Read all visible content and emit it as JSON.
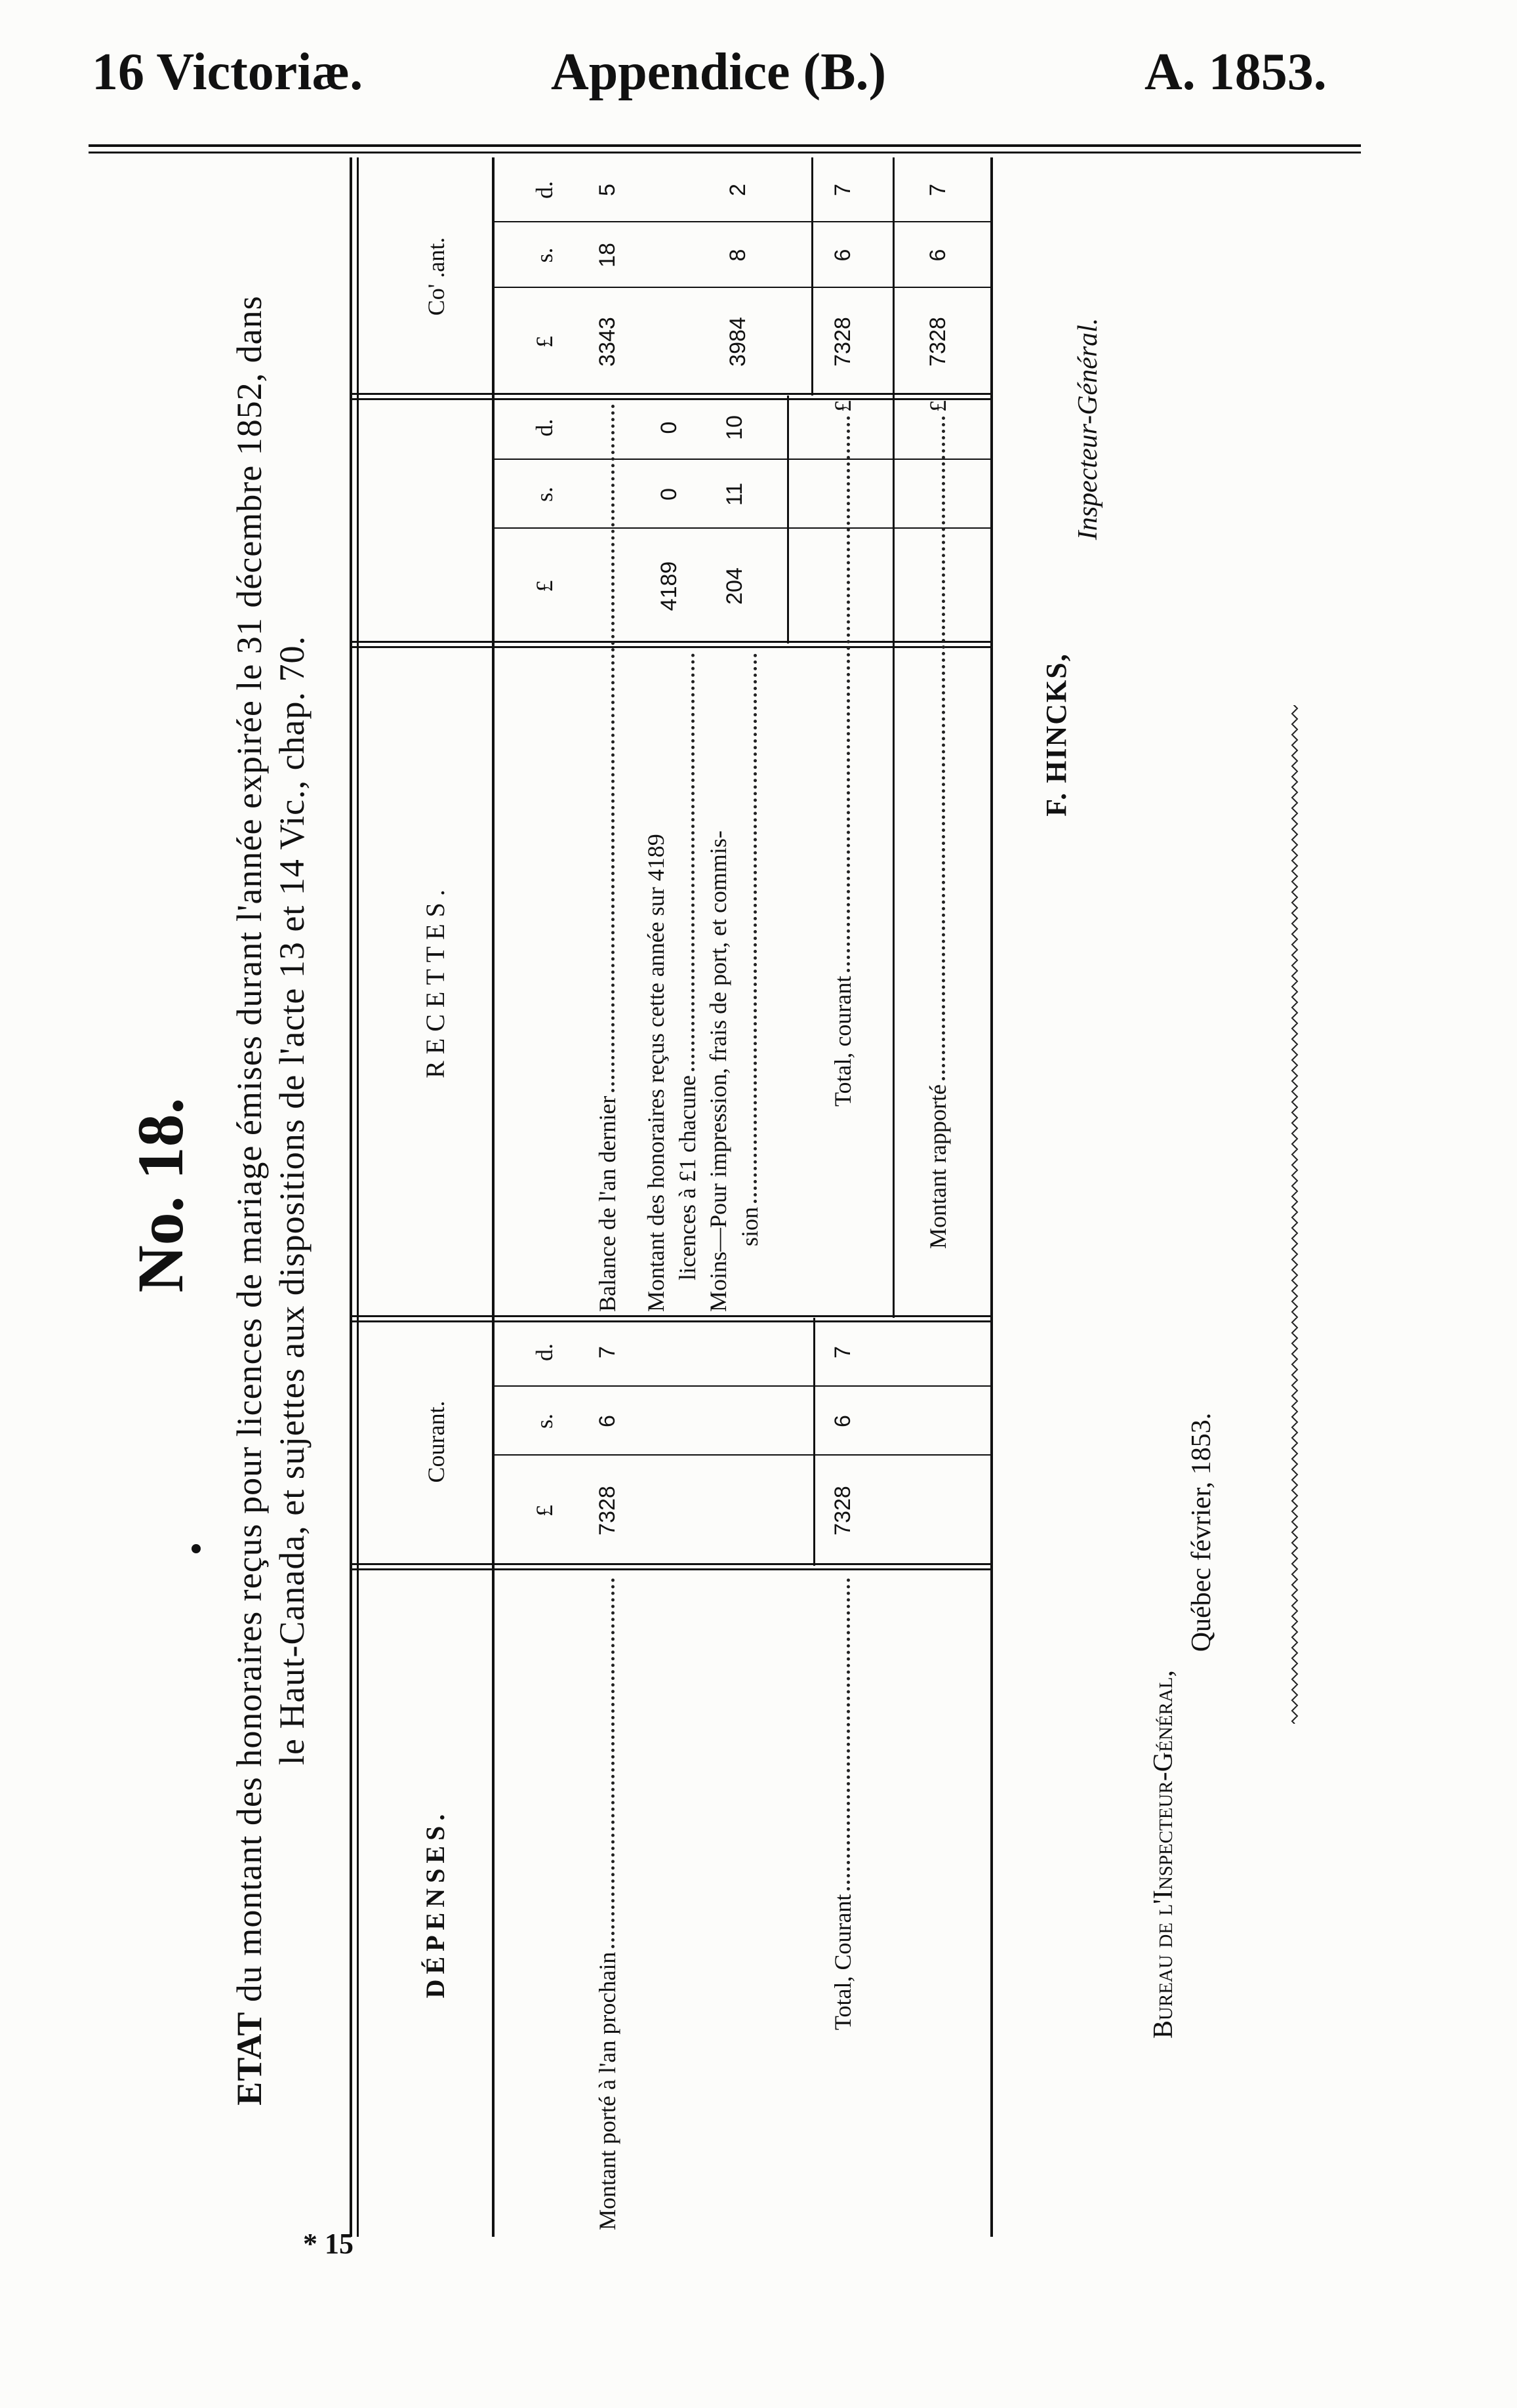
{
  "header": {
    "left": "16 Victoriæ.",
    "center": "Appendice (B.)",
    "right": "A. 1853."
  },
  "document": {
    "number": "No. 18.",
    "title_lead": "ETAT",
    "title_line1": "du montant des honoraires reçus pour licences de mariage émises durant l'année expirée le 31 décembre 1852, dans",
    "title_line2": "le Haut-Canada, et sujettes aux dispositions de l'acte 13 et 14 Vic., chap. 70.",
    "page_marker": "* 15"
  },
  "table": {
    "depenses_heading": "DÉPENSES.",
    "courant_left_heading": "Courant.",
    "recettes_heading": "RECETTES.",
    "courant_right_heading": "Co' .ant.",
    "units": {
      "pound": "£",
      "shilling": "s.",
      "pence": "d."
    },
    "depenses": {
      "row": {
        "label": "Montant porté à l'an prochain",
        "l": "7328",
        "s": "6",
        "d": "7"
      },
      "total": {
        "label": "Total, Courant",
        "l": "7328",
        "s": "6",
        "d": "7"
      }
    },
    "recettes": {
      "balance": {
        "label": "Balance de l'an dernier",
        "l": "3343",
        "s": "18",
        "d": "5"
      },
      "honoraires": {
        "label1": "Montant des honoraires reçus cette année sur 4189",
        "label2": "licences à £1 chacune",
        "sub_l": "4189",
        "sub_s": "0",
        "sub_d": "0"
      },
      "moins": {
        "label1": "Moins—Pour impression, frais de port, et commis-",
        "label2": "sion",
        "sub_l": "204",
        "sub_s": "11",
        "sub_d": "10",
        "l": "3984",
        "s": "8",
        "d": "2"
      },
      "total": {
        "label": "Total, courant",
        "currency": "£",
        "l": "7328",
        "s": "6",
        "d": "7"
      },
      "rapporte": {
        "label": "Montant rapporté",
        "currency": "£",
        "l": "7328",
        "s": "6",
        "d": "7"
      }
    }
  },
  "signature": {
    "name": "F. HINCKS,",
    "title": "Inspecteur-Général."
  },
  "office": {
    "line1": "Bureau de l'Inspecteur-Général,",
    "line2": "Québec février, 1853."
  }
}
